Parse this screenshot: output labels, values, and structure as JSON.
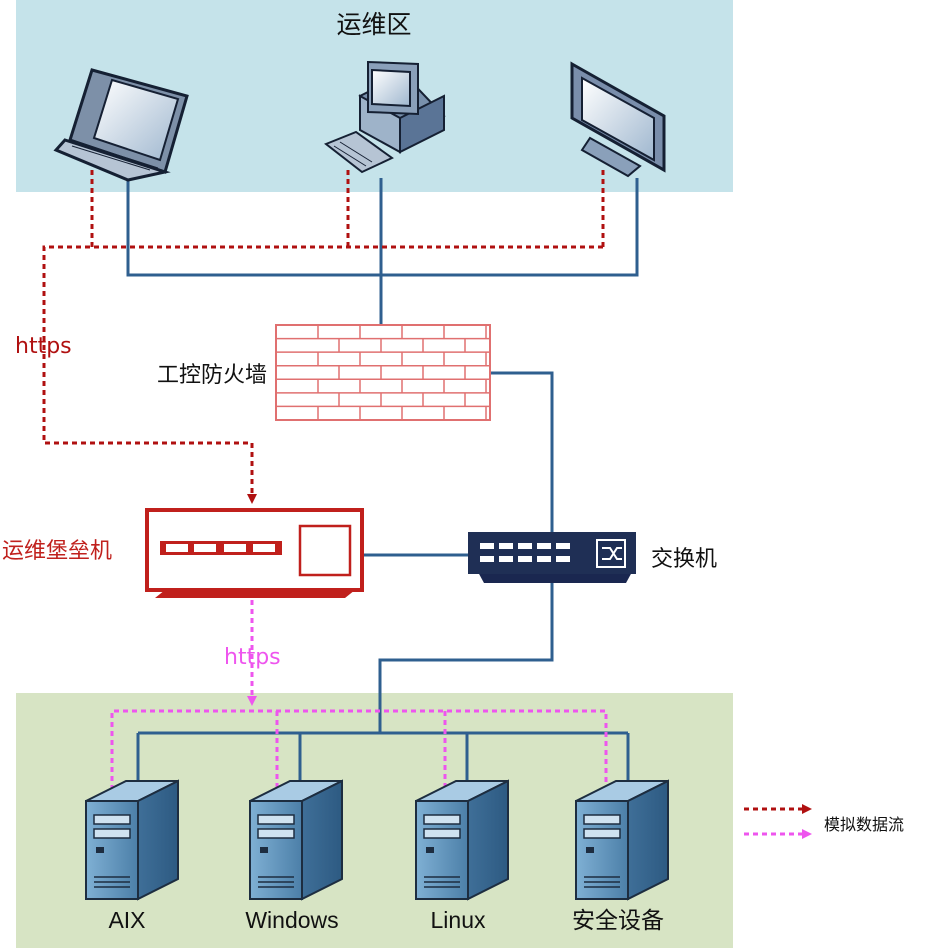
{
  "zones": {
    "ops": {
      "title": "运维区",
      "color": "#c5e3ea"
    },
    "servers": {
      "color": "#d7e4c4"
    }
  },
  "nodes": {
    "firewall": {
      "label": "工控防火墙"
    },
    "bastion": {
      "label": "运维堡垒机"
    },
    "switch": {
      "label": "交换机"
    }
  },
  "flows": {
    "https_to_bastion": {
      "label": "https",
      "color": "#b01010"
    },
    "https_to_servers": {
      "label": "https",
      "color": "#ee55ee"
    }
  },
  "servers": [
    {
      "label": "AIX"
    },
    {
      "label": "Windows"
    },
    {
      "label": "Linux"
    },
    {
      "label": "安全设备"
    }
  ],
  "legend": {
    "items": [
      {
        "label": "模拟数据流",
        "color": "#b01010"
      },
      {
        "label": "",
        "color": "#ee55ee"
      }
    ]
  },
  "colors": {
    "link": "#2f5f8f",
    "firewall_brick": "#e07070",
    "bastion_red": "#c0201c",
    "switch_navy": "#1f2f55",
    "server_blue": "#5f8fb5"
  }
}
